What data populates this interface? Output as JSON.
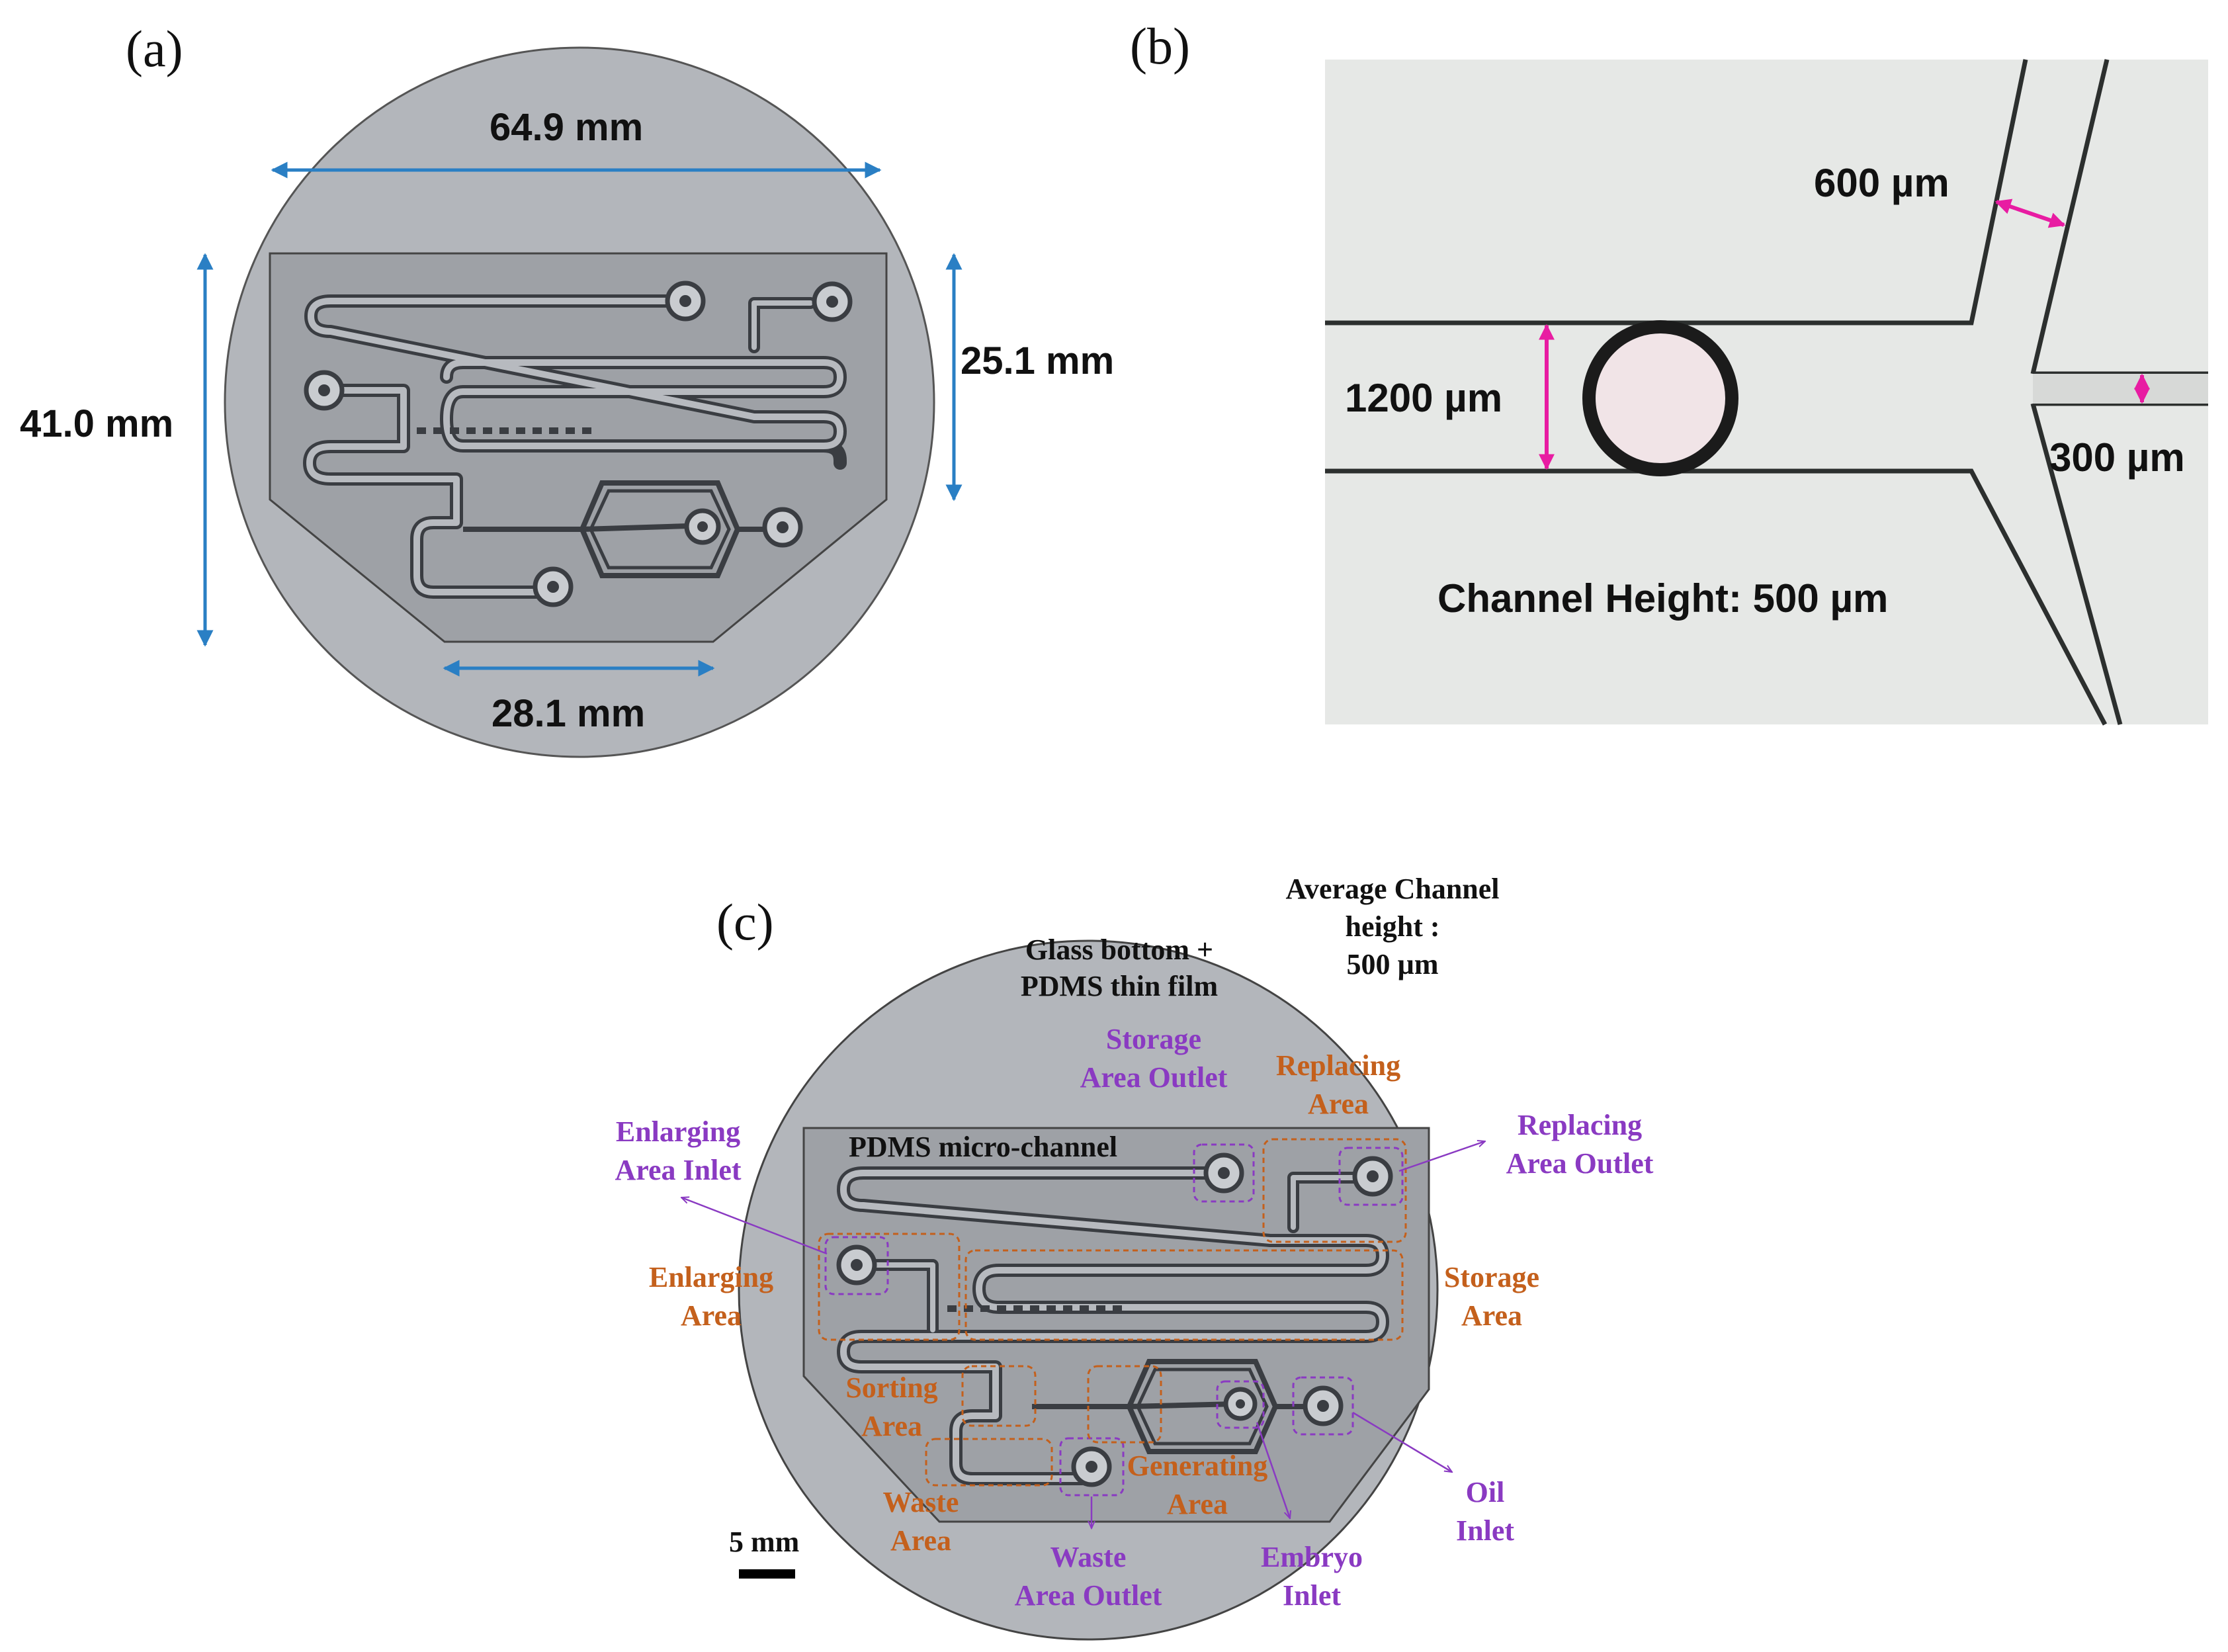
{
  "colors": {
    "disk": "#b3b6bb",
    "chip": "#9ea1a6",
    "channel": "#3a3d42",
    "blue_arrow": "#2a7fc4",
    "magenta_arrow": "#e81ca2",
    "purple_label": "#8a3ac2",
    "orange_label": "#c4601c"
  },
  "panel_a": {
    "label": "(a)",
    "dims": {
      "top_width": "64.9 mm",
      "left_height": "41.0 mm",
      "right_height": "25.1 mm",
      "bottom_width": "28.1 mm"
    }
  },
  "panel_b": {
    "label": "(b)",
    "dims": {
      "main_channel": "1200 µm",
      "side_channel": "600 µm",
      "narrow_channel": "300 µm"
    },
    "caption": "Channel Height: 500 µm"
  },
  "panel_c": {
    "label": "(c)",
    "notes": {
      "glass_l1": "Glass bottom +",
      "glass_l2": "PDMS thin film",
      "avg_l1": "Average Channel",
      "avg_l2": "height :",
      "avg_l3": "500 µm",
      "pdms": "PDMS micro-channel"
    },
    "purple_labels": {
      "storage_outlet_l1": "Storage",
      "storage_outlet_l2": "Area Outlet",
      "replacing_outlet_l1": "Replacing",
      "replacing_outlet_l2": "Area Outlet",
      "enlarging_inlet_l1": "Enlarging",
      "enlarging_inlet_l2": "Area Inlet",
      "oil_l1": "Oil",
      "oil_l2": "Inlet",
      "embryo_l1": "Embryo",
      "embryo_l2": "Inlet",
      "waste_outlet_l1": "Waste",
      "waste_outlet_l2": "Area Outlet"
    },
    "orange_labels": {
      "replacing_l1": "Replacing",
      "replacing_l2": "Area",
      "enlarging_l1": "Enlarging",
      "enlarging_l2": "Area",
      "storage_l1": "Storage",
      "storage_l2": "Area",
      "sorting_l1": "Sorting",
      "sorting_l2": "Area",
      "generating_l1": "Generating",
      "generating_l2": "Area",
      "waste_l1": "Waste",
      "waste_l2": "Area"
    },
    "scale_bar": "5 mm"
  }
}
